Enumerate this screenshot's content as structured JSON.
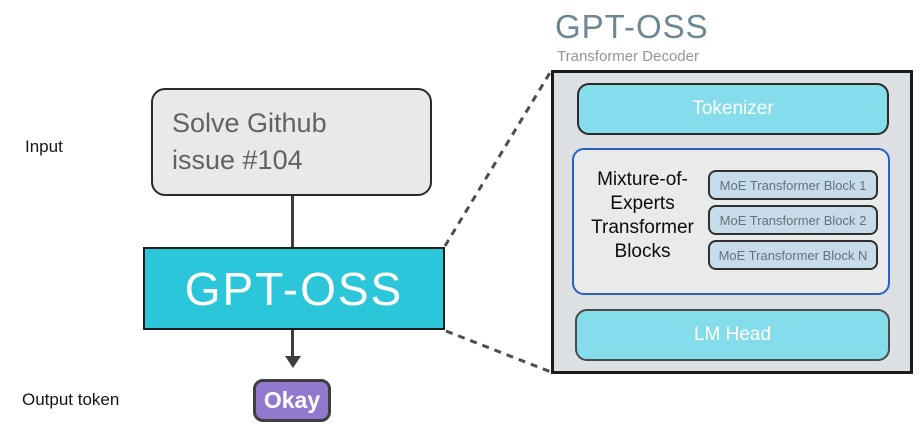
{
  "colors": {
    "model_cyan": "#2cc6db",
    "light_cyan": "#85ddeb",
    "block_blue": "#c6dcea",
    "token_purple": "#9379ce",
    "panel_gray": "#dce0e2",
    "moe_border_blue": "#2b5fc0"
  },
  "left_flow": {
    "input_label": "Input",
    "prompt_box": {
      "line1": "Solve Github",
      "line2": "issue #104"
    },
    "model_box_label": "GPT-OSS",
    "output_label": "Output token",
    "output_token_label": "Okay"
  },
  "detail_panel": {
    "title": "GPT-OSS",
    "subtitle": "Transformer Decoder",
    "tokenizer_label": "Tokenizer",
    "moe_group": {
      "label_lines": [
        "Mixture-of-",
        "Experts",
        "Transformer",
        "Blocks"
      ],
      "blocks": [
        "MoE Transformer Block 1",
        "MoE Transformer Block 2",
        "MoE Transformer Block N"
      ]
    },
    "lm_head_label": "LM Head"
  }
}
